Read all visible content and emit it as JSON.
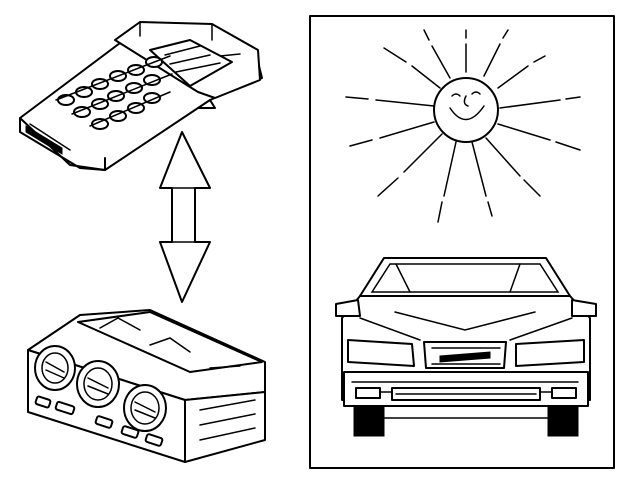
{
  "figure": {
    "left_panel": {
      "top_device": "diagnostic-tool",
      "connector": "double-arrow",
      "bottom_device": "climate-control-panel"
    },
    "right_panel": {
      "sun": "smiling-sun",
      "vehicle": "car-front"
    }
  },
  "colors": {
    "line": "#000000",
    "background": "#ffffff"
  }
}
